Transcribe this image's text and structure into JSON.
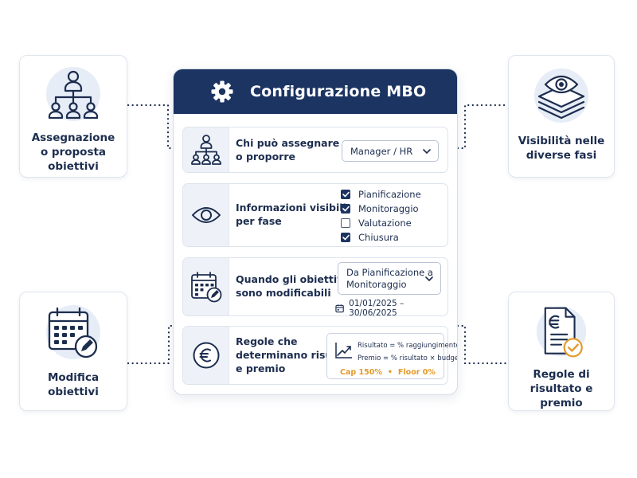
{
  "colors": {
    "navy": "#1c3462",
    "text": "#1c2d4f",
    "icon_bg": "#eef2f8",
    "accent_orange": "#e39a2b",
    "border": "#dde3ec"
  },
  "side_cards": {
    "top_left": {
      "label_lines": [
        "Assegnazione",
        "o proposta",
        "obiettivi"
      ],
      "icon": "org-chart-icon"
    },
    "top_right": {
      "label_lines": [
        "Visibilità nelle",
        "diverse fasi"
      ],
      "icon": "layered-eye-icon"
    },
    "bottom_left": {
      "label_lines": [
        "Modifica",
        "obiettivi"
      ],
      "icon": "calendar-edit-icon"
    },
    "bottom_right": {
      "label_lines": [
        "Regole di",
        "risultato e premio"
      ],
      "icon": "euro-document-check-icon"
    }
  },
  "main": {
    "title": "Configurazione MBO",
    "title_icon": "gear-icon",
    "sections": {
      "assign": {
        "icon": "org-chart-icon",
        "label_lines": [
          "Chi può assegnare",
          "o proporre"
        ],
        "select_value": "Manager / HR"
      },
      "visibility": {
        "icon": "eye-icon",
        "label_lines": [
          "Informazioni visibili",
          "per fase"
        ],
        "phases": [
          {
            "label": "Pianificazione",
            "checked": true
          },
          {
            "label": "Monitoraggio",
            "checked": true
          },
          {
            "label": "Valutazione",
            "checked": false
          },
          {
            "label": "Chiusura",
            "checked": true
          }
        ]
      },
      "editable": {
        "icon": "calendar-edit-icon",
        "label_lines": [
          "Quando gli obiettivi",
          "sono modificabili"
        ],
        "select_lines": [
          "Da Pianificazione a",
          "Monitoraggio"
        ],
        "date_range": "01/01/2025 – 30/06/2025"
      },
      "rules": {
        "icon": "euro-coin-icon",
        "label_lines": [
          "Regole che",
          "determinano risultato",
          "e premio"
        ],
        "formula_1": "Risultato = % raggiungimento",
        "formula_2": "Premio = % risultato × budget",
        "cap": "Cap 150%",
        "separator": "•",
        "floor": "Floor 0%"
      }
    }
  }
}
